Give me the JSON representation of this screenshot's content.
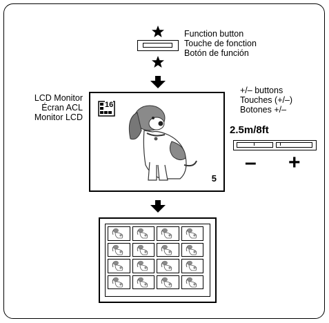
{
  "function_button": {
    "labels": [
      "Function button",
      "Touche de fonction",
      "Botón de función"
    ]
  },
  "lcd_monitor": {
    "labels": [
      "LCD Monitor",
      "Écran ACL",
      "Monitor LCD"
    ],
    "mode_icon_number": "16",
    "frame_number": "5"
  },
  "plus_minus": {
    "labels": [
      "+/– buttons",
      "Touches (+/–)",
      "Botones +/–"
    ],
    "distance": "2.5m/8ft",
    "minus_symbol": "–",
    "plus_symbol": "+"
  },
  "index_grid": {
    "rows": 4,
    "cols": 4
  }
}
